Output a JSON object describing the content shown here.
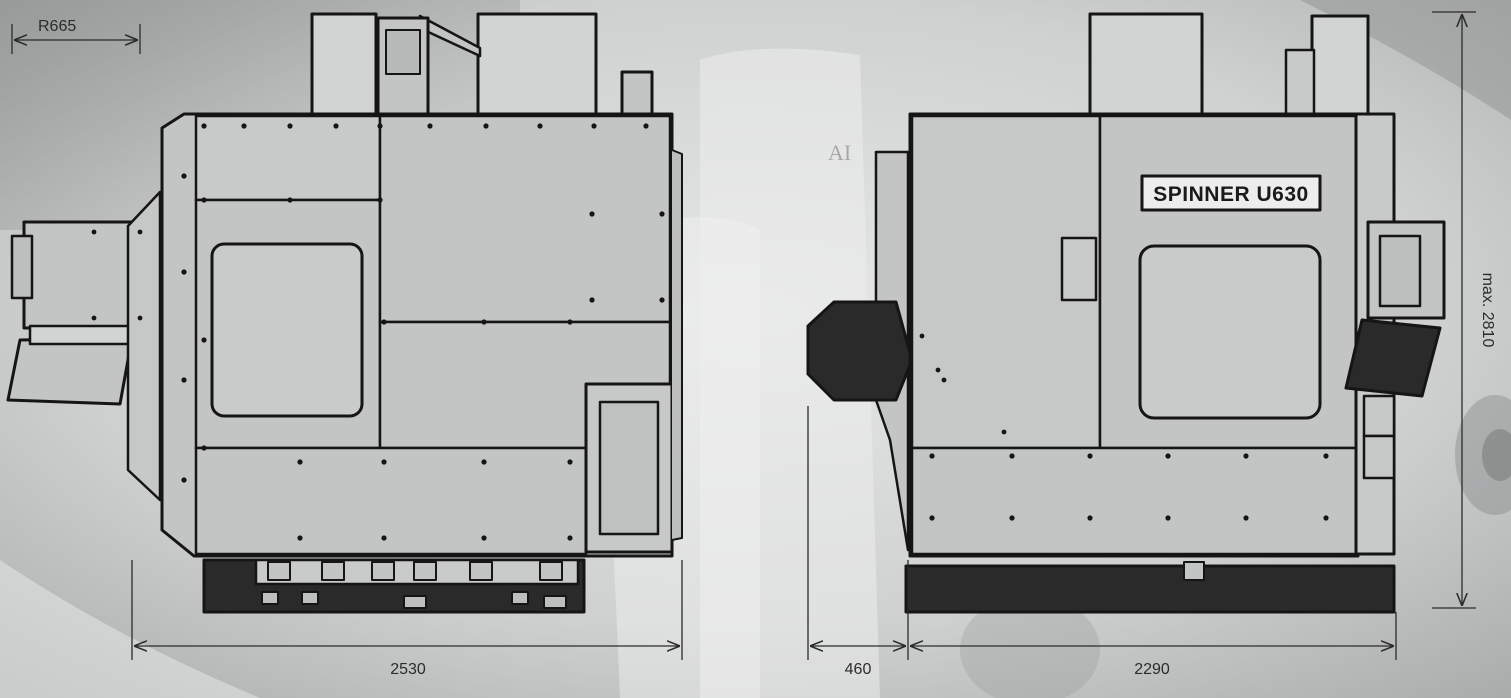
{
  "dimensions": {
    "radius": "R665",
    "front_width": "2530",
    "chip_conveyor": "460",
    "side_depth": "2290",
    "height": "max. 2810"
  },
  "side_view": {
    "brand_plate": "SPINNER U630"
  },
  "colors": {
    "background": "#c9cbcb",
    "panel": "#c3c4c4",
    "panel_light": "#d2d3d3",
    "outline": "#151515",
    "base": "#2a2a2a",
    "dimension_line": "#2b2b2b"
  }
}
